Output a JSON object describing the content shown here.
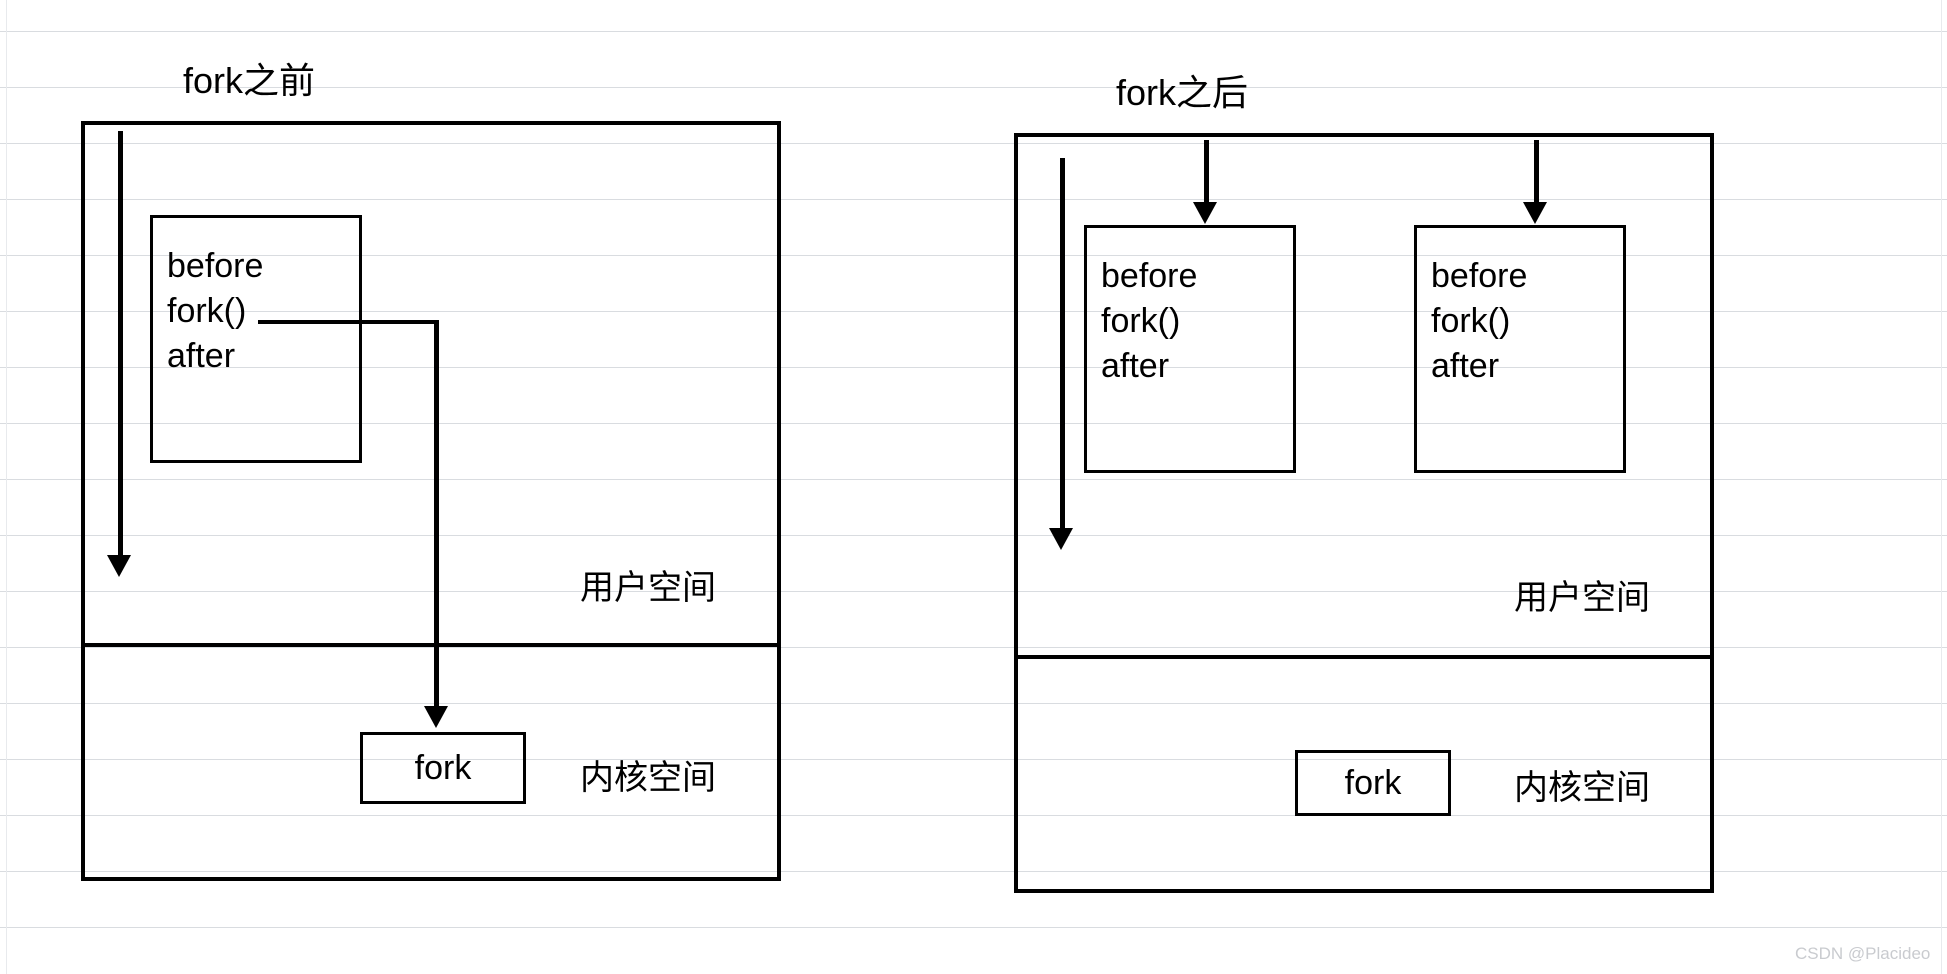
{
  "figure": {
    "watermark": "CSDN @Placideo",
    "colors": {
      "stroke": "#000000",
      "gridline": "#d9dce0",
      "background": "#ffffff",
      "watermark": "#c9cbcf"
    }
  },
  "panels": [
    {
      "id": "before-fork",
      "title": "fork之前",
      "user_space_label": "用户空间",
      "kernel_space_label": "内核空间",
      "processes": [
        {
          "id": "parent",
          "lines": [
            "before",
            "fork()",
            "after"
          ]
        }
      ],
      "kernel_call": "fork"
    },
    {
      "id": "after-fork",
      "title": "fork之后",
      "user_space_label": "用户空间",
      "kernel_space_label": "内核空间",
      "processes": [
        {
          "id": "parent",
          "lines": [
            "before",
            "fork()",
            "after"
          ]
        },
        {
          "id": "child",
          "lines": [
            "before",
            "fork()",
            "after"
          ]
        }
      ],
      "kernel_call": "fork"
    }
  ]
}
